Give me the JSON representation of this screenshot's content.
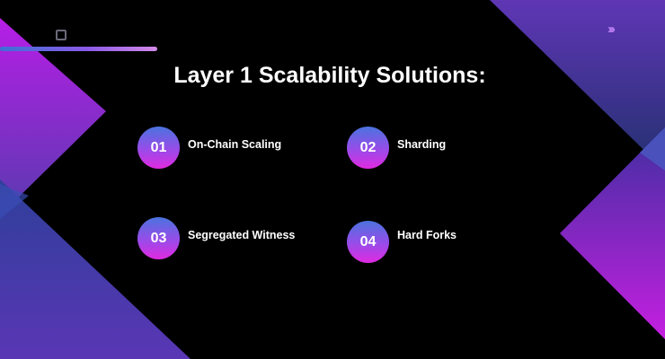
{
  "title": "Layer 1 Scalability Solutions:",
  "decor": {
    "corner_icon": "chevrons-right-icon",
    "corner_glyph": "›››",
    "square_icon": "square-outline-icon"
  },
  "items": [
    {
      "number": "01",
      "label": "On-Chain Scaling"
    },
    {
      "number": "02",
      "label": "Sharding"
    },
    {
      "number": "03",
      "label": "Segregated Witness"
    },
    {
      "number": "04",
      "label": "Hard Forks"
    }
  ],
  "colors": {
    "background": "#000000",
    "accent_blue": "#4a73df",
    "accent_purple": "#8a4be8",
    "accent_magenta": "#e02ae0",
    "text": "#ffffff"
  }
}
